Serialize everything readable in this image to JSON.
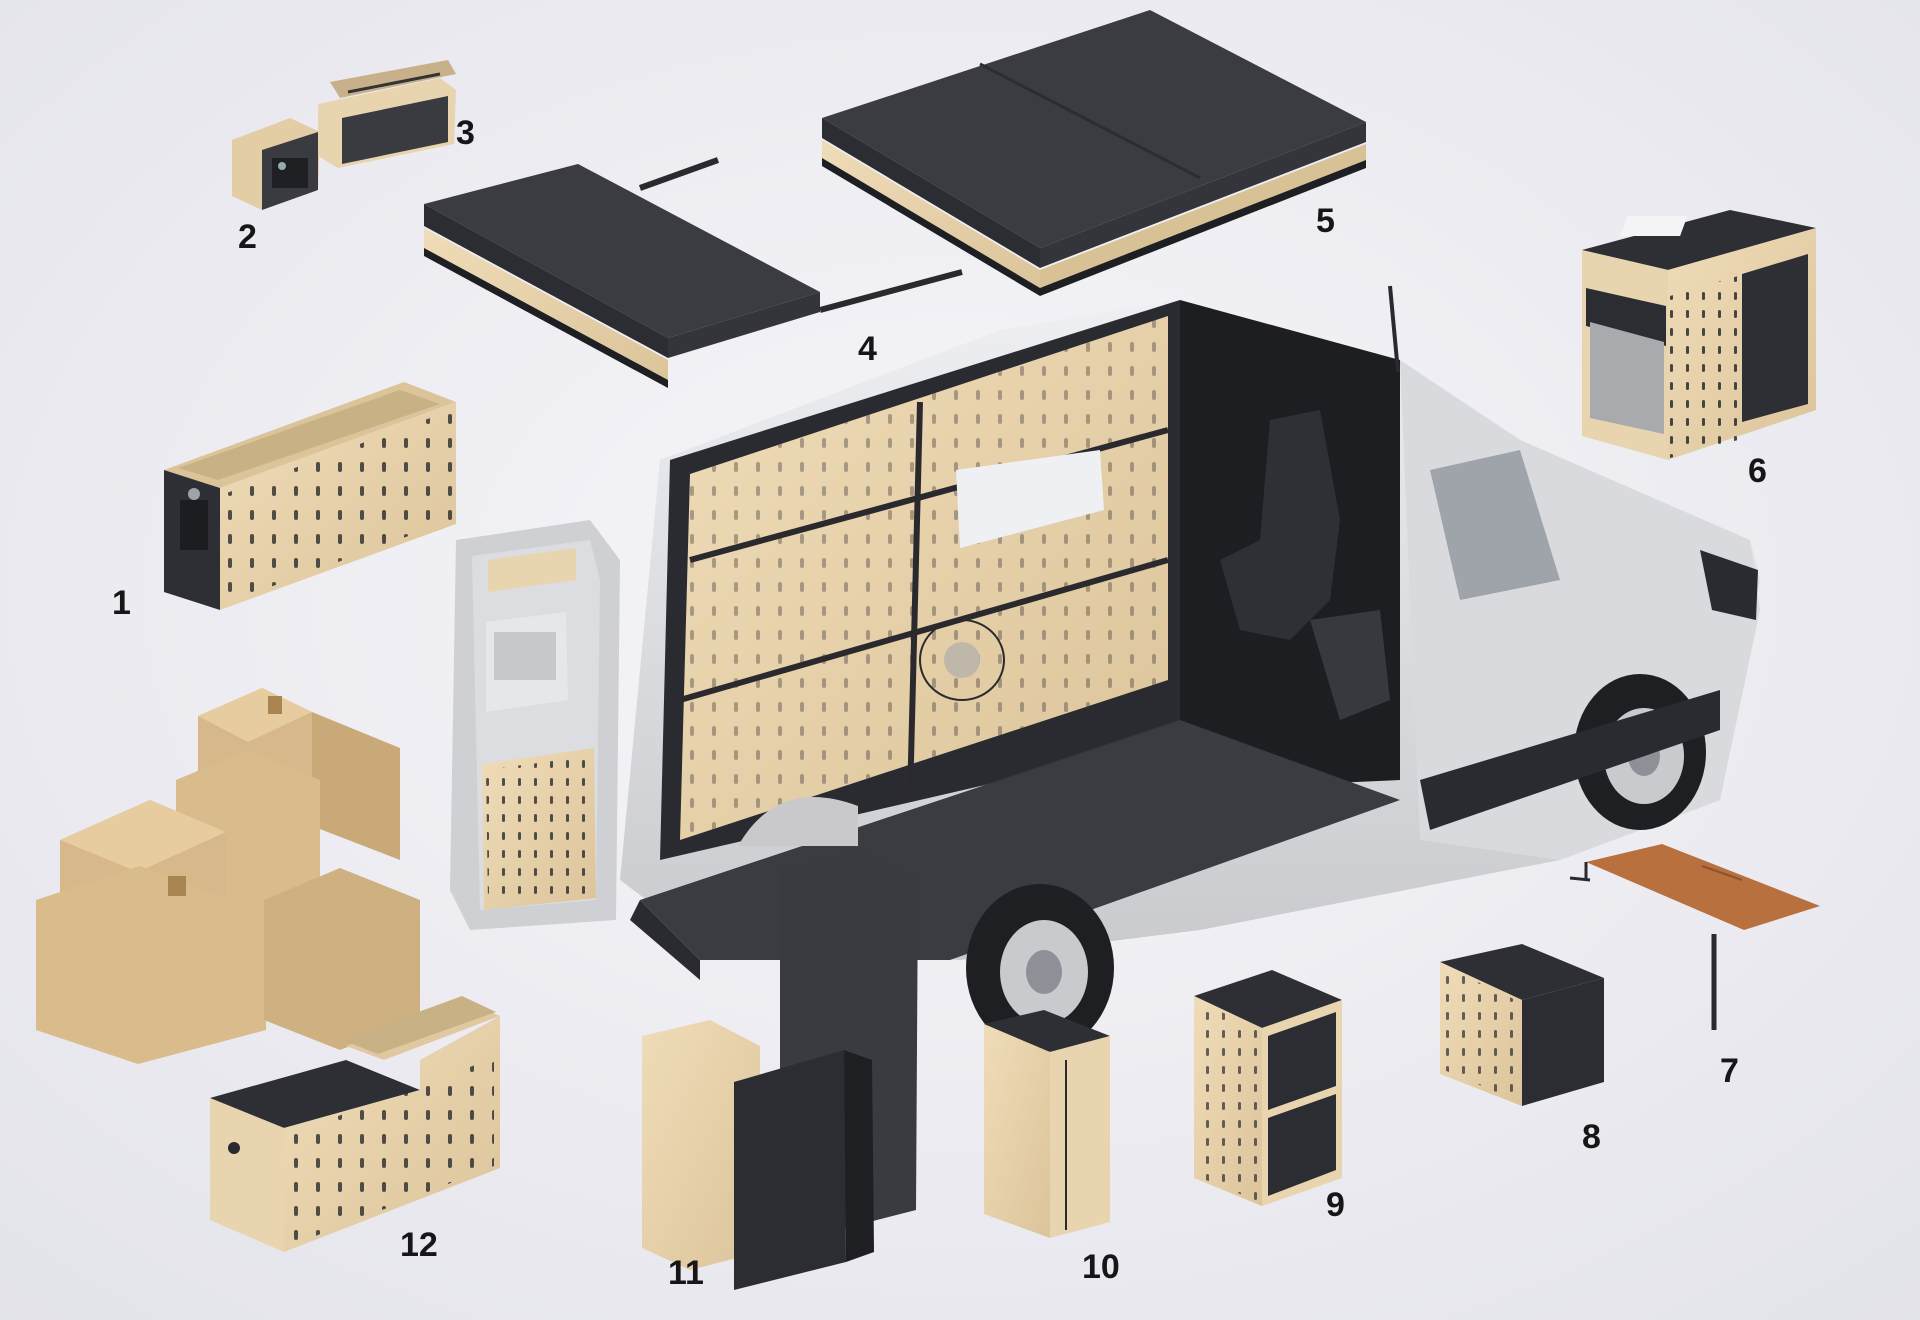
{
  "labels": [
    "1",
    "2",
    "3",
    "4",
    "5",
    "6",
    "7",
    "8",
    "9",
    "10",
    "11",
    "12"
  ],
  "colors": {
    "background": "#e9e9ef",
    "plywood": "#e8d4ae",
    "plywood_dark": "#c9b186",
    "anthracite": "#36373d",
    "van_body": "#d7d8dc",
    "table_top": "#b8703f",
    "cardboard": "#d7b88a"
  },
  "icons": [
    "van",
    "cardboard-boxes",
    "power-station-box"
  ]
}
